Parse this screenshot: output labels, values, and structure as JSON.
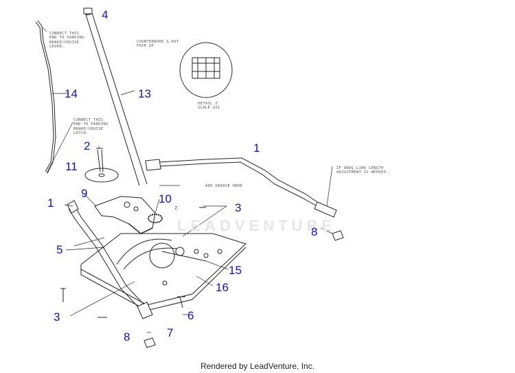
{
  "callouts": {
    "c1a": "1",
    "c1b": "1",
    "c2": "2",
    "c3a": "3",
    "c3b": "3",
    "c4": "4",
    "c5": "5",
    "c6": "6",
    "c7": "7",
    "c8a": "8",
    "c8b": "8",
    "c9": "9",
    "c10": "10",
    "c11": "11",
    "c13": "13",
    "c14": "14",
    "c15": "15",
    "c16": "16"
  },
  "notes": {
    "parking_lever": "CONNECT THIS\nEND TO PARKING\nBRAKE/CRUISE\nLEVER.",
    "parking_latch": "CONNECT THIS\nEND TO PARKING\nBRAKE/CRUISE\nLATCH.",
    "counterbore": "COUNTERBORE & DOT\nFACE UP",
    "detail": "DETAIL Z\nSCALE 2X1",
    "grease": "ADD GREASE HERE",
    "drag_link": "IF DRAG LINK LENGTH\nADJUSTMENT IS NEEDED.",
    "z_marker": "Z"
  },
  "watermark": "LEADVENTURE",
  "footer": "Rendered by LeadVenture, Inc.",
  "colors": {
    "callout": "#1010c8",
    "linework": "#222222"
  }
}
